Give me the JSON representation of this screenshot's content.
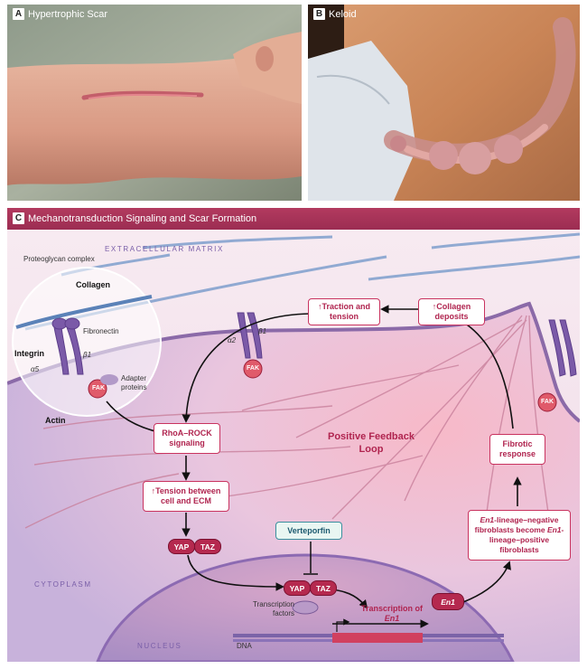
{
  "panels": {
    "a": {
      "letter": "A",
      "title": "Hypertrophic Scar"
    },
    "b": {
      "letter": "B",
      "title": "Keloid"
    },
    "c": {
      "letter": "C",
      "title": "Mechanotransduction Signaling and Scar Formation"
    }
  },
  "regions": {
    "ecm": "EXTRACELLULAR MATRIX",
    "cytoplasm": "CYTOPLASM",
    "nucleus": "NUCLEUS",
    "dna": "DNA"
  },
  "inset": {
    "proteoglycan": "Proteoglycan complex",
    "collagen": "Collagen",
    "fibronectin": "Fibronectin",
    "integrin": "Integrin",
    "alpha5": "α5",
    "beta1": "β1",
    "fak": "FAK",
    "adapter": "Adapter proteins",
    "actin": "Actin"
  },
  "membrane": {
    "alpha2": "α2",
    "beta1": "β1",
    "fak_mid": "FAK",
    "fak_right": "FAK"
  },
  "boxes": {
    "traction": "↑Traction and tension",
    "collagen_deposits": "↑Collagen deposits",
    "rhoa": "RhoA–ROCK signaling",
    "tension": "↑Tension between cell and ECM",
    "fibrotic": "Fibrotic response",
    "en1_switch_1": "En1",
    "en1_switch_2": "-lineage–negative fibroblasts become ",
    "en1_switch_3": "En1",
    "en1_switch_4": "-lineage–positive fibroblasts",
    "verteporfin": "Verteporfin"
  },
  "feedback": "Positive Feedback Loop",
  "yap": "YAP",
  "taz": "TAZ",
  "transcription_factors": "Transcription factors",
  "transcription_label": "Transcription of ",
  "transcription_gene": "En1",
  "en1_product": "En1"
}
